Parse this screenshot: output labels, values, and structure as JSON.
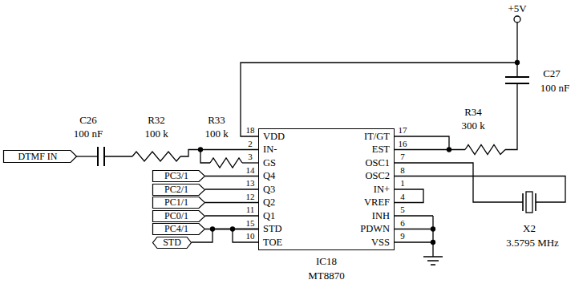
{
  "diagram": {
    "nodes": [
      {
        "text": [
          "DTMF IN"
        ]
      },
      {
        "text": [
          "VDD",
          "IN-",
          "GS",
          "Q4",
          "Q3",
          "Q2",
          "Q1",
          "STD",
          "TOE",
          "IT/GT",
          "EST",
          "OSC1",
          "OSC2",
          "IN+",
          "VREF",
          "INH",
          "PDWN",
          "VSS"
        ]
      },
      {
        "text": [
          "PC3/1"
        ]
      },
      {
        "text": [
          "PC2/1"
        ]
      },
      {
        "text": [
          "PC1/1"
        ]
      },
      {
        "text": [
          "PC0/1"
        ]
      },
      {
        "text": [
          "PC4/1"
        ]
      },
      {
        "text": [
          "STD"
        ]
      }
    ],
    "edges": [
      {
        "from": 2,
        "to": 1,
        "arrow": "none"
      },
      {
        "from": 3,
        "to": 1,
        "arrow": "none"
      },
      {
        "from": 4,
        "to": 1,
        "arrow": "none"
      },
      {
        "from": 5,
        "to": 1,
        "arrow": "none"
      },
      {
        "from": 6,
        "to": 1,
        "arrow": "none"
      },
      {
        "from": 7,
        "to": 1,
        "arrow": "none"
      }
    ],
    "labels": [
      "+5V",
      "C26",
      "100 nF",
      "R32",
      "100 k",
      "R33",
      "100 k",
      "R34",
      "300 k",
      "C27",
      "100 nF",
      "X2",
      "3.5795 MHz",
      "IC18",
      "MT8870",
      "18",
      "2",
      "3",
      "14",
      "13",
      "12",
      "11",
      "15",
      "10",
      "17",
      "16",
      "7",
      "8",
      "1",
      "4",
      "5",
      "6",
      "9"
    ]
  }
}
